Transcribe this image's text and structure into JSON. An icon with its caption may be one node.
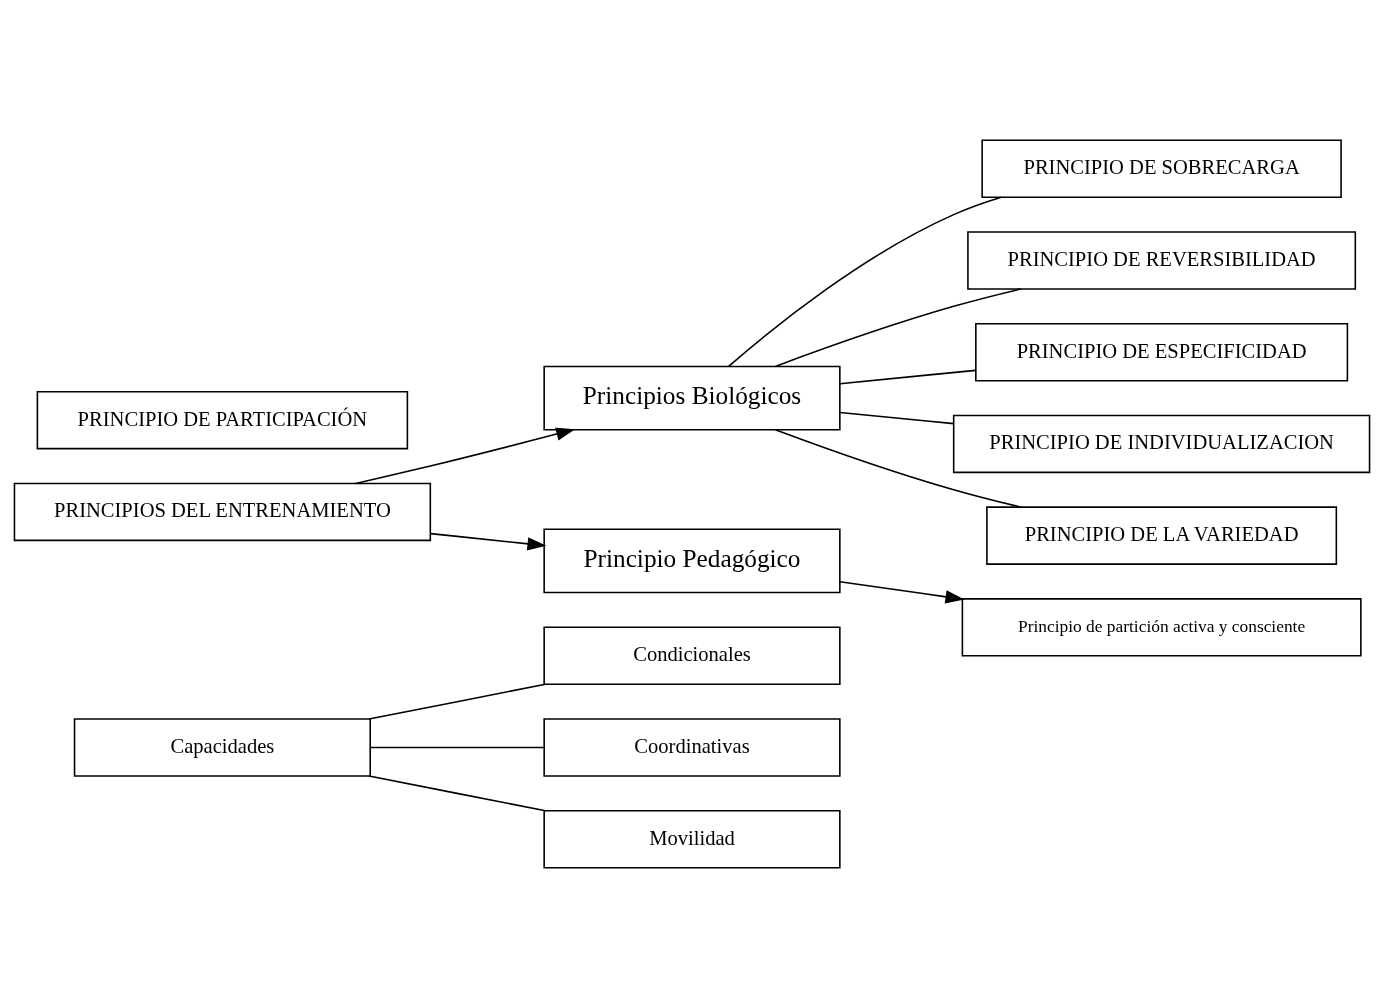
{
  "diagram": {
    "nodes": [
      {
        "text": [
          "Capacidades"
        ]
      },
      {
        "text": [
          "Condicionales"
        ]
      },
      {
        "text": [
          "Coordinativas"
        ]
      },
      {
        "text": [
          "Movilidad"
        ]
      },
      {
        "text": [
          "PRINCIPIO DE SOBRECARGA"
        ]
      },
      {
        "text": [
          "PRINCIPIO DE PARTICIPACIÓN"
        ]
      },
      {
        "text": [
          "PRINCIPIO DE REVERSIBILIDAD"
        ]
      },
      {
        "text": [
          "Principios Biológicos"
        ]
      },
      {
        "text": [
          "PRINCIPIO DE ESPECIFICIDAD"
        ]
      },
      {
        "text": [
          "PRINCIPIO DE INDIVIDUALIZACION"
        ]
      },
      {
        "text": [
          "PRINCIPIOS DEL ENTRENAMIENTO"
        ]
      },
      {
        "text": [
          "PRINCIPIO DE LA VARIEDAD"
        ]
      },
      {
        "text": [
          "Principio Pedagógico"
        ]
      },
      {
        "text": [
          "Principio de partición activa y consciente"
        ]
      }
    ],
    "edges": [
      {
        "from": 0,
        "to": 1,
        "arrow": "none"
      },
      {
        "from": 0,
        "to": 2,
        "arrow": "none"
      },
      {
        "from": 0,
        "to": 3,
        "arrow": "none"
      },
      {
        "from": 7,
        "to": 4,
        "arrow": "none"
      },
      {
        "from": 7,
        "to": 6,
        "arrow": "none"
      },
      {
        "from": 7,
        "to": 8,
        "arrow": "none"
      },
      {
        "from": 7,
        "to": 9,
        "arrow": "none"
      },
      {
        "from": 7,
        "to": 11,
        "arrow": "none"
      },
      {
        "from": 10,
        "to": 7,
        "arrow": "to"
      },
      {
        "from": 10,
        "to": 12,
        "arrow": "to"
      },
      {
        "from": 12,
        "to": 13,
        "arrow": "to"
      }
    ]
  }
}
